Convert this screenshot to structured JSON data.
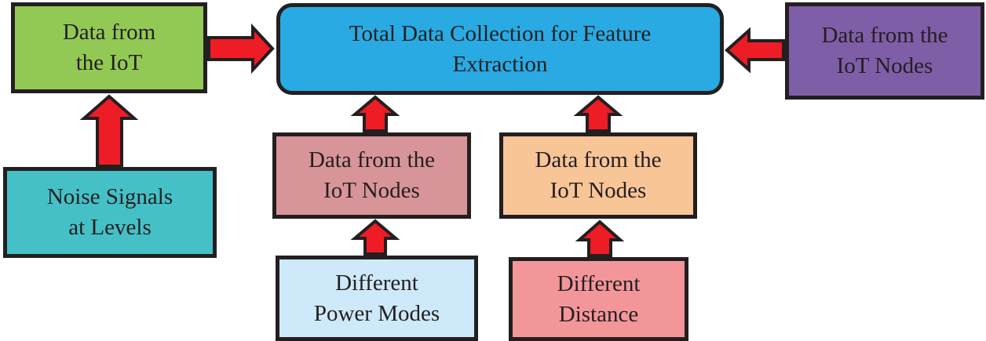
{
  "diagram": {
    "colors": {
      "outline": "#231f20",
      "arrow_fill": "#ee1c24",
      "green": "#92c954",
      "blue": "#29aae3",
      "purple": "#7e5ea7",
      "teal": "#45c0c7",
      "rose": "#d89599",
      "peach": "#f8c597",
      "light_blue": "#cde9fa",
      "pink": "#f3969a"
    },
    "boxes": {
      "iot_data": {
        "label": "Data from\nthe IoT",
        "fill": "#92c954"
      },
      "total_collection": {
        "label": "Total Data Collection for Feature\nExtraction",
        "fill": "#29aae3"
      },
      "iot_nodes_right": {
        "label": "Data from the\nIoT Nodes",
        "fill": "#7e5ea7"
      },
      "noise_signals": {
        "label": "Noise Signals\nat Levels",
        "fill": "#45c0c7"
      },
      "iot_nodes_power": {
        "label": "Data from the\nIoT Nodes",
        "fill": "#d89599"
      },
      "iot_nodes_distance": {
        "label": "Data from the\nIoT Nodes",
        "fill": "#f8c597"
      },
      "power_modes": {
        "label": "Different\nPower Modes",
        "fill": "#cde9fa"
      },
      "different_distance": {
        "label": "Different\nDistance",
        "fill": "#f3969a"
      }
    }
  }
}
